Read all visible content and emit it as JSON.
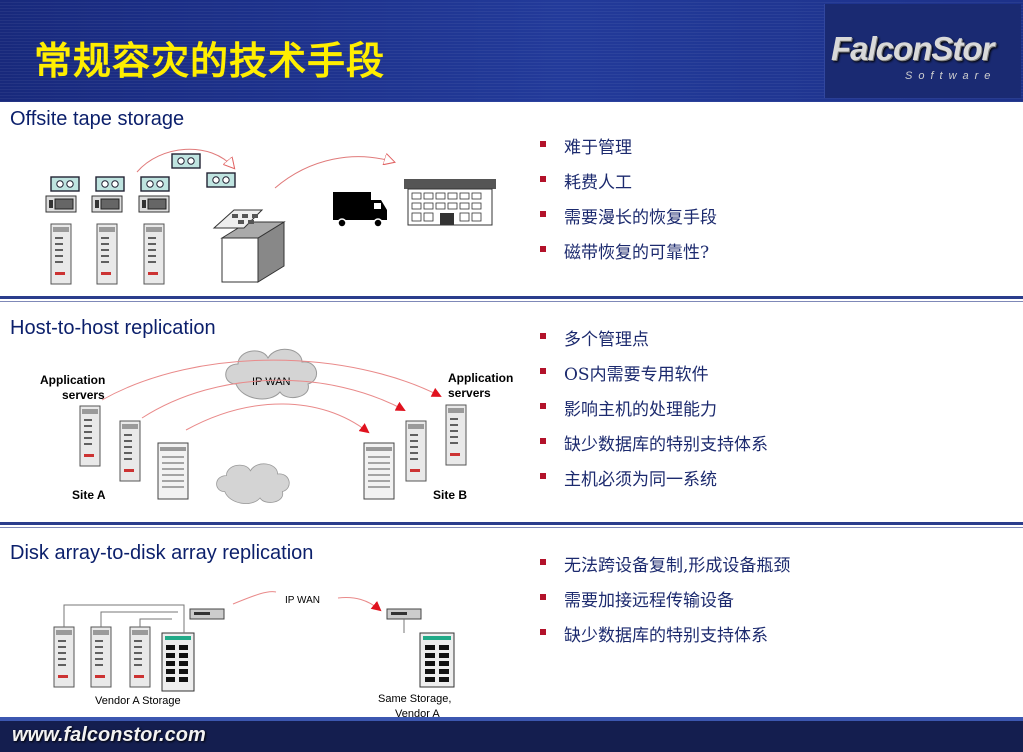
{
  "header": {
    "title": "常规容灾的技术手段",
    "logo_text": "FalconStor",
    "logo_sub": "Software"
  },
  "sections": [
    {
      "title": "Offsite tape storage",
      "bullets": [
        "难于管理",
        "耗费人工",
        "需要漫长的恢复手段",
        "磁带恢复的可靠性?"
      ]
    },
    {
      "title": "Host-to-host replication",
      "bullets": [
        "多个管理点",
        "OS内需要专用软件",
        "影响主机的处理能力",
        "缺少数据库的特别支持体系",
        "主机必须为同一系统"
      ],
      "diagram": {
        "cloud_label": "IP WAN",
        "left_app_label": [
          "Application",
          "servers"
        ],
        "right_app_label": [
          "Application",
          "servers"
        ],
        "site_a": "Site A",
        "site_b": "Site B"
      }
    },
    {
      "title": "Disk array-to-disk array replication",
      "bullets": [
        "无法跨设备复制,形成设备瓶颈",
        "需要加接远程传输设备",
        "缺少数据库的特别支持体系"
      ],
      "diagram": {
        "cloud_label": "IP WAN",
        "vendor_a": "Vendor A Storage",
        "same_storage": [
          "Same Storage,",
          "Vendor A"
        ]
      }
    }
  ],
  "footer": {
    "url": "www.falconstor.com"
  },
  "colors": {
    "header_bg": "#1d3189",
    "title": "#ffee00",
    "section_title": "#0b1f6b",
    "bullet_marker": "#b3122a",
    "arrow_red": "#e0121e"
  }
}
